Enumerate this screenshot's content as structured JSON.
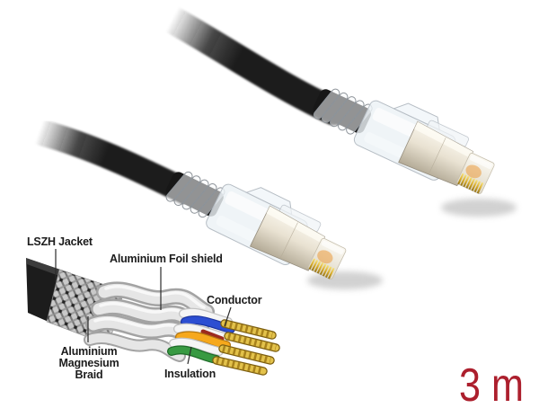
{
  "product": {
    "length_label": "3 m"
  },
  "diagram": {
    "labels": {
      "jacket": "LSZH Jacket",
      "foil": "Aluminium Foil shield",
      "conductor": "Conductor",
      "braid": [
        "Aluminium",
        "Magnesium",
        "Braid"
      ],
      "insulation": "Insulation"
    }
  },
  "colors": {
    "background": "#ffffff",
    "length_text": "#ac1f2d",
    "label_text": "#1c1c1c",
    "cable_jacket": "#1c1c1c",
    "wire_white": "#f5f5f5",
    "wire_blue": "#2c4ed2",
    "wire_orange": "#f6a81c",
    "wire_green": "#389a42",
    "wire_red": "#9c2b1e",
    "conductor_gold": "#e3c24b",
    "foil_silver": "#e6e6e6",
    "braid_silver": "#c9c9c9",
    "connector_metal": "#e9e2d2"
  }
}
